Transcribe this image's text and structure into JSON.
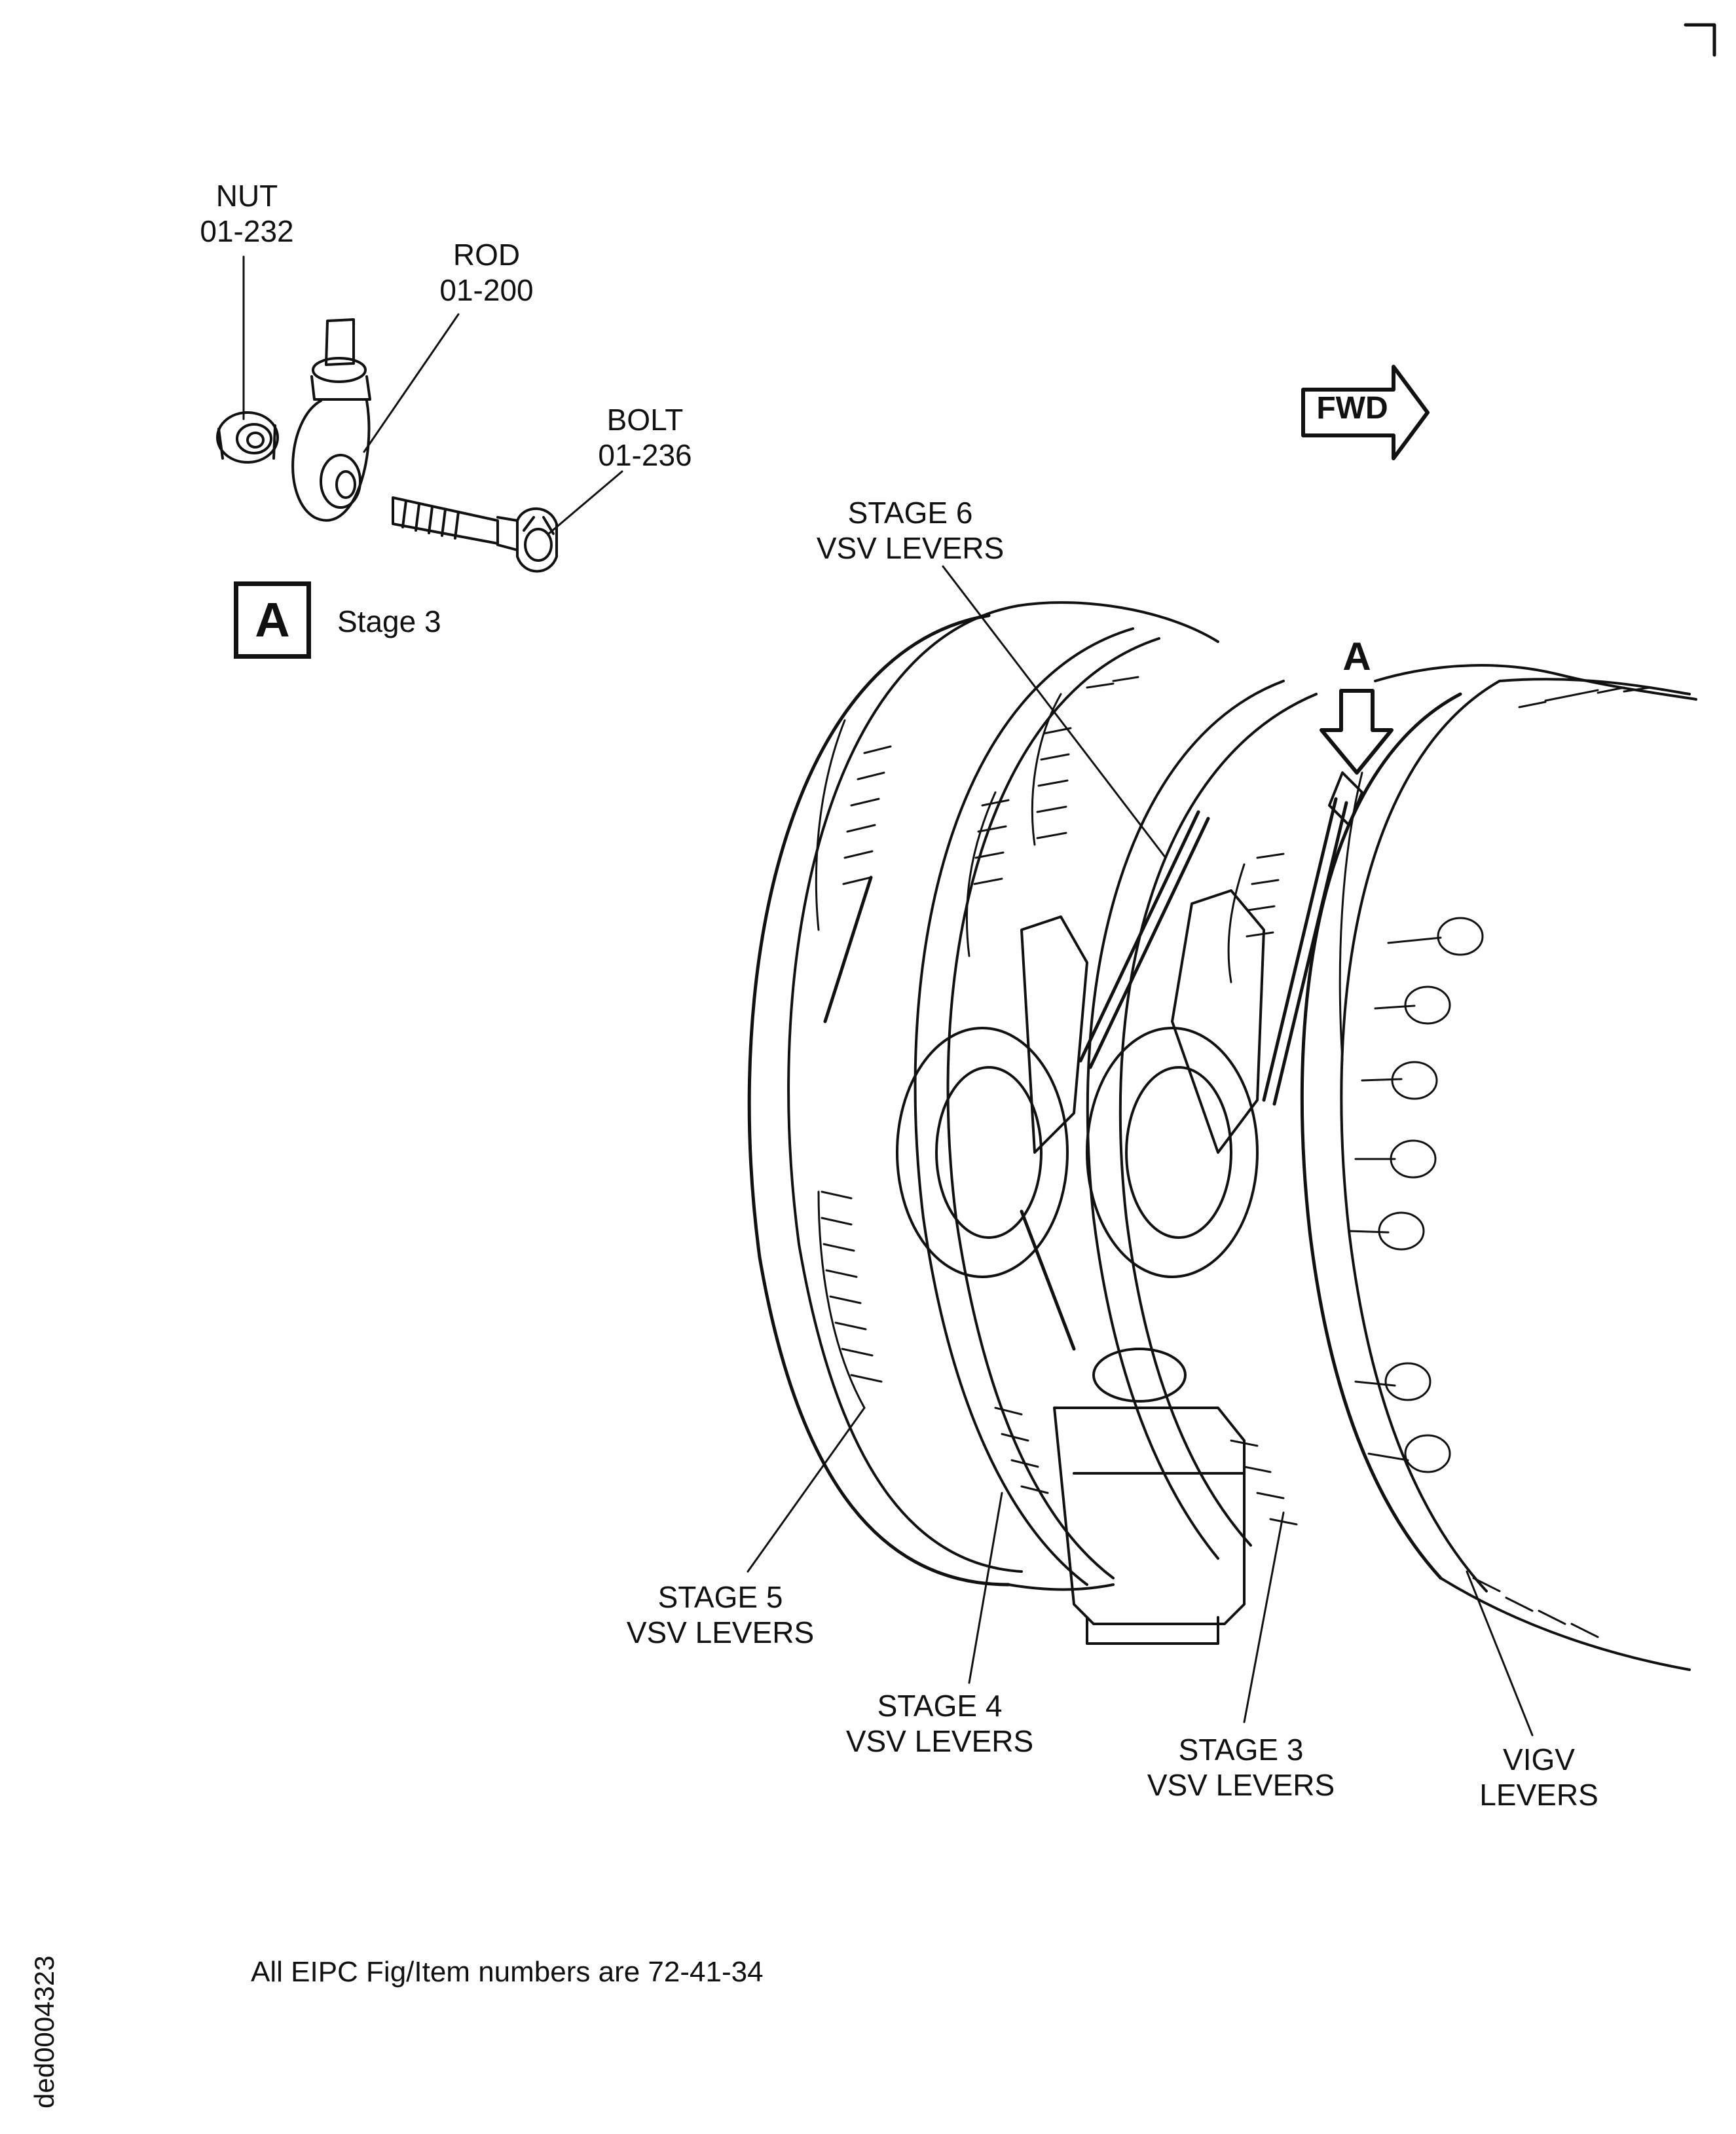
{
  "callouts": {
    "nut": {
      "name": "NUT",
      "number": "01-232"
    },
    "rod": {
      "name": "ROD",
      "number": "01-200"
    },
    "bolt": {
      "name": "BOLT",
      "number": "01-236"
    }
  },
  "detail": {
    "letter": "A",
    "caption": "Stage 3"
  },
  "direction": {
    "label": "FWD"
  },
  "view_marker": {
    "letter": "A"
  },
  "levers": {
    "stage6": {
      "line1": "STAGE 6",
      "line2": "VSV LEVERS"
    },
    "stage5": {
      "line1": "STAGE 5",
      "line2": "VSV LEVERS"
    },
    "stage4": {
      "line1": "STAGE 4",
      "line2": "VSV LEVERS"
    },
    "stage3": {
      "line1": "STAGE 3",
      "line2": "VSV LEVERS"
    },
    "vigv": {
      "line1": "VIGV",
      "line2": "LEVERS"
    }
  },
  "footnote": "All EIPC Fig/Item numbers are 72-41-34",
  "document_id": "ded0004323"
}
